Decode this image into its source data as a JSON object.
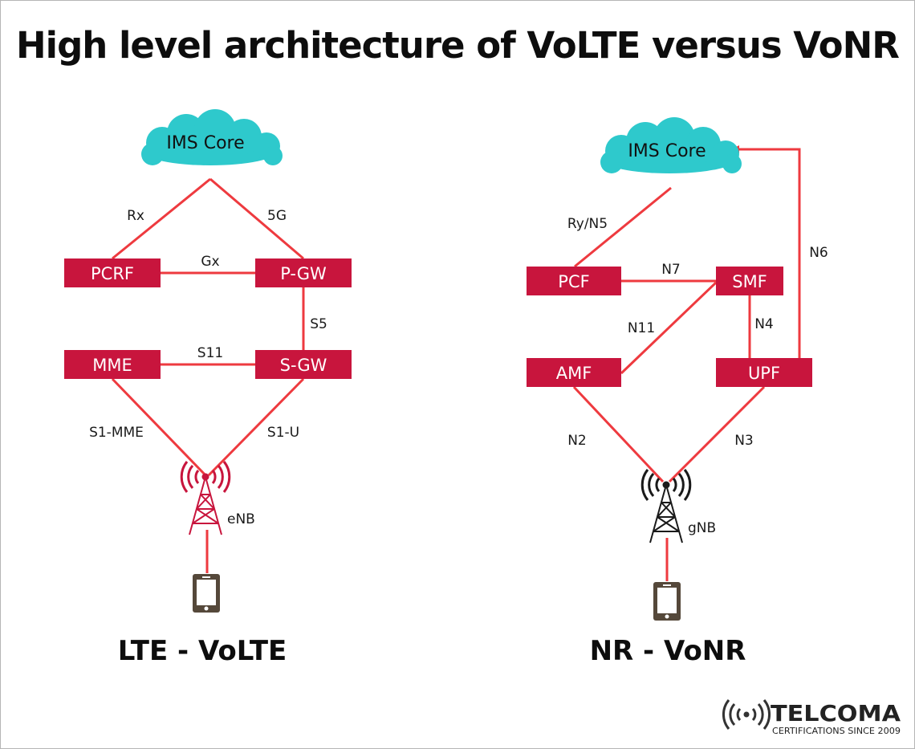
{
  "title": "High level architecture of VoLTE versus VoNR",
  "left": {
    "section_title": "LTE - VoLTE",
    "cloud": "IMS Core",
    "nodes": {
      "pcrf": "PCRF",
      "pgw": "P-GW",
      "mme": "MME",
      "sgw": "S-GW"
    },
    "links": {
      "rx": "Rx",
      "5g": "5G",
      "gx": "Gx",
      "s5": "S5",
      "s11": "S11",
      "s1mme": "S1-MME",
      "s1u": "S1-U"
    },
    "base_station": "eNB"
  },
  "right": {
    "section_title": "NR - VoNR",
    "cloud": "IMS Core",
    "nodes": {
      "pcf": "PCF",
      "smf": "SMF",
      "amf": "AMF",
      "upf": "UPF"
    },
    "links": {
      "ryn5": "Ry/N5",
      "n7": "N7",
      "n11": "N11",
      "n4": "N4",
      "n6": "N6",
      "n2": "N2",
      "n3": "N3"
    },
    "base_station": "gNB"
  },
  "logo": {
    "brand": "TELCOMA",
    "tagline": "CERTIFICATIONS SINCE 2009"
  },
  "colors": {
    "node_fill": "#c8153d",
    "link": "#ee3a3f",
    "cloud": "#2ec9cc",
    "tower_left": "#c8153d",
    "tower_right": "#1a1a1a",
    "phone": "#55483a"
  },
  "icons": [
    "cloud-icon",
    "cell-tower-icon",
    "smartphone-icon",
    "signal-waves-icon"
  ]
}
